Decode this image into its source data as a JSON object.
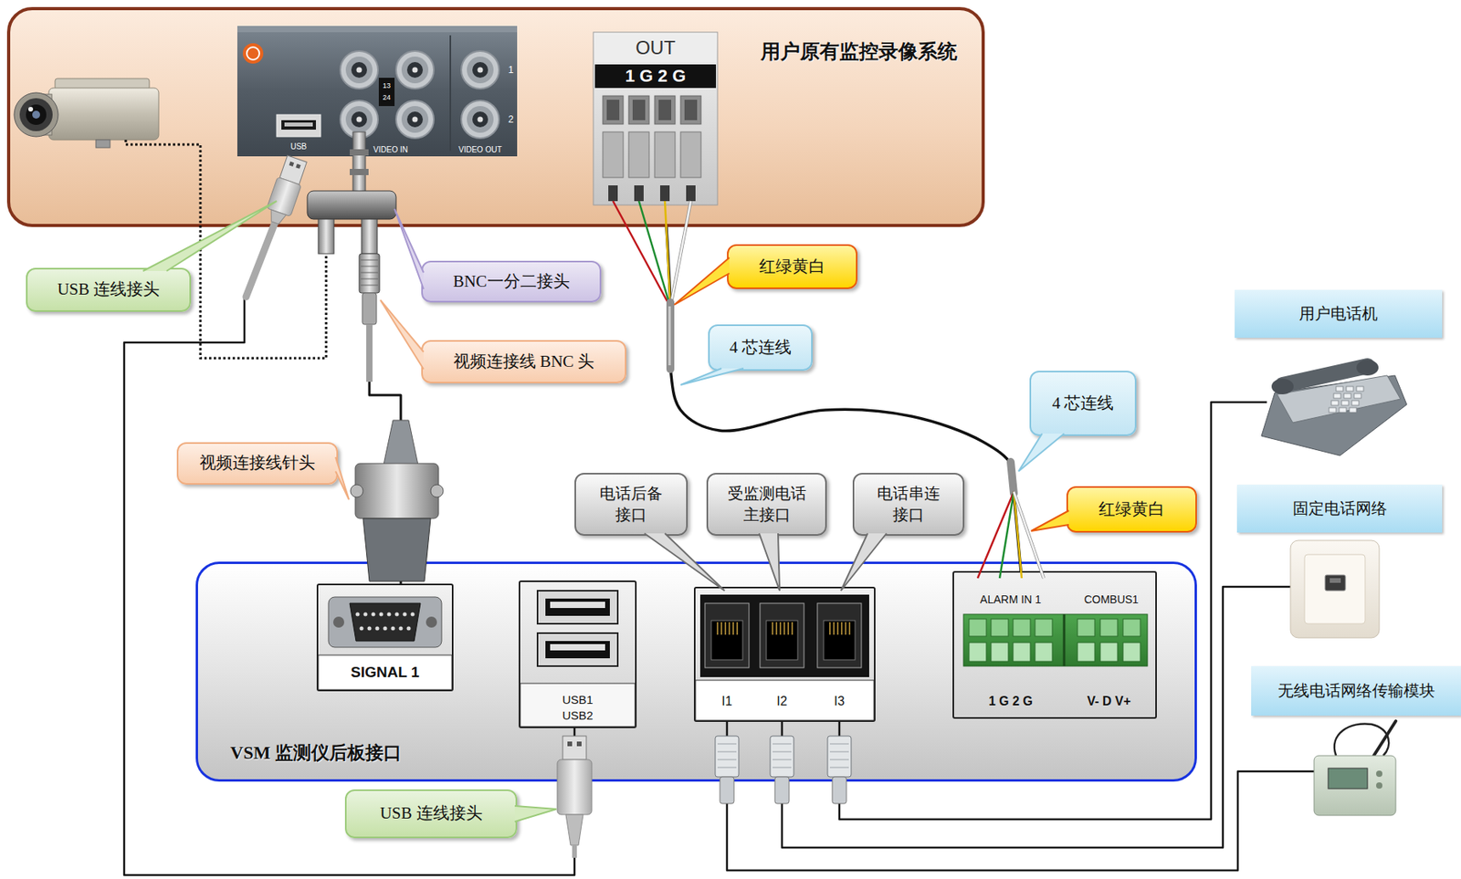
{
  "diagram": {
    "nodes": [
      {
        "text": [
          "用户原有监控录像系统"
        ]
      },
      {
        "text": [
          "USB 连线接头"
        ]
      },
      {
        "text": [
          "BNC一分二接头"
        ]
      },
      {
        "text": [
          "红绿黄白"
        ]
      },
      {
        "text": [
          "用户电话机"
        ]
      },
      {
        "text": [
          "视频连接线 BNC 头"
        ]
      },
      {
        "text": [
          "4 芯连线"
        ]
      },
      {
        "text": [
          "4 芯连线"
        ]
      },
      {
        "text": [
          "视频连接线针头"
        ]
      },
      {
        "text": [
          "电话后备 接口"
        ]
      },
      {
        "text": [
          "受监测电话 主接口"
        ]
      },
      {
        "text": [
          "电话串连 接口"
        ]
      },
      {
        "text": [
          "红绿黄白"
        ]
      },
      {
        "text": [
          "固定电话网络"
        ]
      },
      {
        "text": [
          "VSM 监测仪后板接口"
        ]
      },
      {
        "text": [
          "SIGNAL 1"
        ],
        "in": 14
      },
      {
        "text": [
          "USB1",
          "USB2"
        ],
        "in": 14
      },
      {
        "text": [
          "I1",
          "I2",
          "I3"
        ],
        "in": 14
      },
      {
        "text": [
          "ALARM IN 1",
          "COMBUS1",
          "1 G 2 G",
          "V- D V+"
        ],
        "in": 14
      },
      {
        "text": [
          "无线电话网络传输模块"
        ]
      },
      {
        "text": [
          "USB 连线接头"
        ]
      }
    ],
    "edges": [
      {
        "from": 0,
        "to": 16,
        "arrow": "none"
      },
      {
        "from": 0,
        "to": 15,
        "arrow": "none"
      },
      {
        "from": 0,
        "to": 18,
        "arrow": "none"
      },
      {
        "from": 17,
        "to": 4,
        "arrow": "none"
      },
      {
        "from": 17,
        "to": 13,
        "arrow": "none"
      },
      {
        "from": 17,
        "to": 19,
        "arrow": "none"
      }
    ],
    "labels": [
      "USB",
      "VIDEO IN",
      "VIDEO OUT",
      "1",
      "2",
      "13",
      "24",
      "OUT",
      "1 G 2 G"
    ]
  }
}
